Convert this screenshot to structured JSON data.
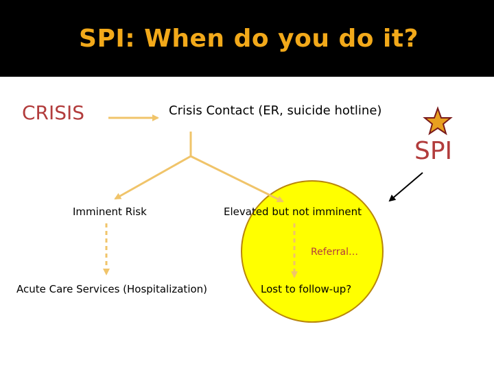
{
  "slide": {
    "title": "SPI: When do you do it?"
  },
  "diagram": {
    "crisis_label": "CRISIS",
    "crisis_contact_label": "Crisis Contact (ER, suicide hotline)",
    "spi_label": "SPI",
    "imminent_label": "Imminent Risk",
    "elevated_label": "Elevated but not imminent",
    "referral_label": "Referral…",
    "acute_label": "Acute Care Services (Hospitalization)",
    "lost_label": "Lost to follow-up?"
  },
  "colors": {
    "title_bar": "#000000",
    "title_text": "#f2a91a",
    "accent_red": "#b23c3c",
    "arrow_gold": "#f0c46a",
    "circle_fill": "#ffff00",
    "star_fill": "#e8a020"
  },
  "icons": {
    "star": "star-icon"
  }
}
